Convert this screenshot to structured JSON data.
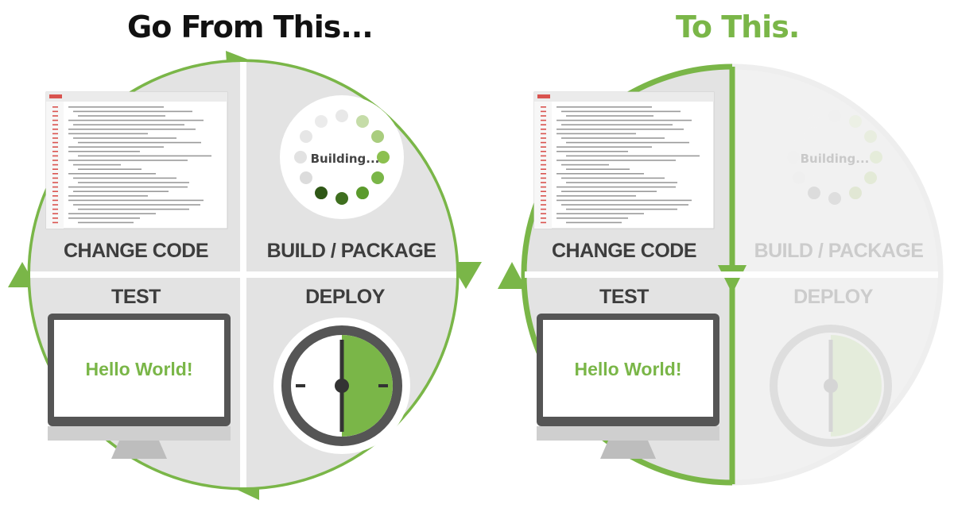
{
  "title_left": "Go From This...",
  "title_right": "To This.",
  "colors": {
    "green": "#7ab648",
    "dark_green": "#3f6f1f",
    "quadrant_bg": "#e3e3e3",
    "faded_bg": "#ededed",
    "text_dark": "#3d3d3d",
    "text_faded": "#c9c9c9"
  },
  "left": {
    "change_code": "CHANGE CODE",
    "build_package": "BUILD / PACKAGE",
    "test": "TEST",
    "deploy": "DEPLOY",
    "building": "Building...",
    "hello": "Hello World!"
  },
  "right": {
    "change_code": "CHANGE CODE",
    "build_package": "BUILD / PACKAGE",
    "test": "TEST",
    "deploy": "DEPLOY",
    "building": "Building...",
    "hello": "Hello World!"
  },
  "icons": [
    "code-editor-icon",
    "loading-spinner-icon",
    "monitor-icon",
    "stopwatch-icon",
    "cycle-arrow-icon",
    "down-arrow-icon"
  ]
}
